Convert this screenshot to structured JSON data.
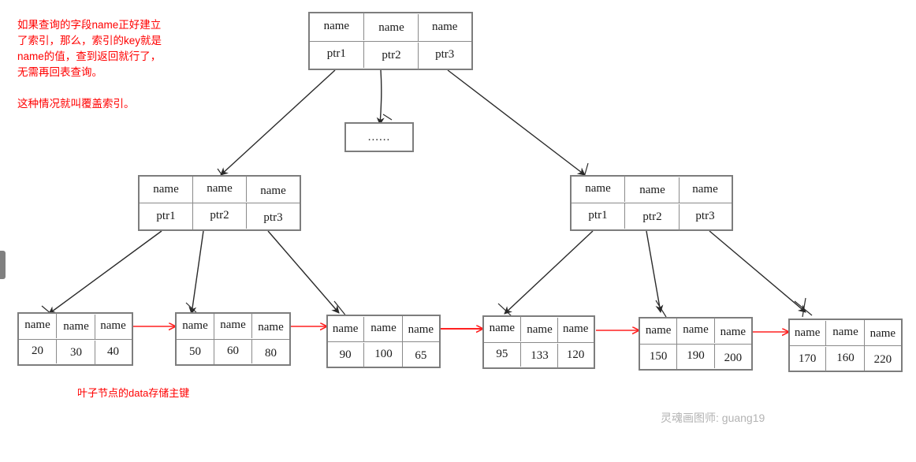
{
  "annotations": {
    "note_main": "如果查询的字段name正好建立\n了索引，那么，索引的key就是\nname的值，查到返回就行了，\n无需再回表查询。",
    "note_secondary": "这种情况就叫覆盖索引。",
    "leaf_caption": "叶子节点的data存储主键",
    "signature": "灵魂画图师: guang19"
  },
  "colors": {
    "annotation_red": "#ff0000",
    "leaf_link_red": "#ff2020",
    "node_border": "#7d7d7d",
    "arrow_black": "#2a2a2a",
    "signature_gray": "#b3b3b3"
  },
  "tree": {
    "root": {
      "keys": [
        "name",
        "name",
        "name"
      ],
      "pointers": [
        "ptr1",
        "ptr2",
        "ptr3"
      ]
    },
    "ellipsis_node": {
      "label": "......"
    },
    "internal": [
      {
        "keys": [
          "name",
          "name",
          "name"
        ],
        "pointers": [
          "ptr1",
          "ptr2",
          "ptr3"
        ]
      },
      {
        "keys": [
          "name",
          "name",
          "name"
        ],
        "pointers": [
          "ptr1",
          "ptr2",
          "ptr3"
        ]
      }
    ],
    "leaves": [
      {
        "keys": [
          "name",
          "name",
          "name"
        ],
        "data": [
          "20",
          "30",
          "40"
        ]
      },
      {
        "keys": [
          "name",
          "name",
          "name"
        ],
        "data": [
          "50",
          "60",
          "80"
        ]
      },
      {
        "keys": [
          "name",
          "name",
          "name"
        ],
        "data": [
          "90",
          "100",
          "65"
        ]
      },
      {
        "keys": [
          "name",
          "name",
          "name"
        ],
        "data": [
          "95",
          "133",
          "120"
        ]
      },
      {
        "keys": [
          "name",
          "name",
          "name"
        ],
        "data": [
          "150",
          "190",
          "200"
        ]
      },
      {
        "keys": [
          "name",
          "name",
          "name"
        ],
        "data": [
          "170",
          "160",
          "220"
        ]
      }
    ]
  }
}
